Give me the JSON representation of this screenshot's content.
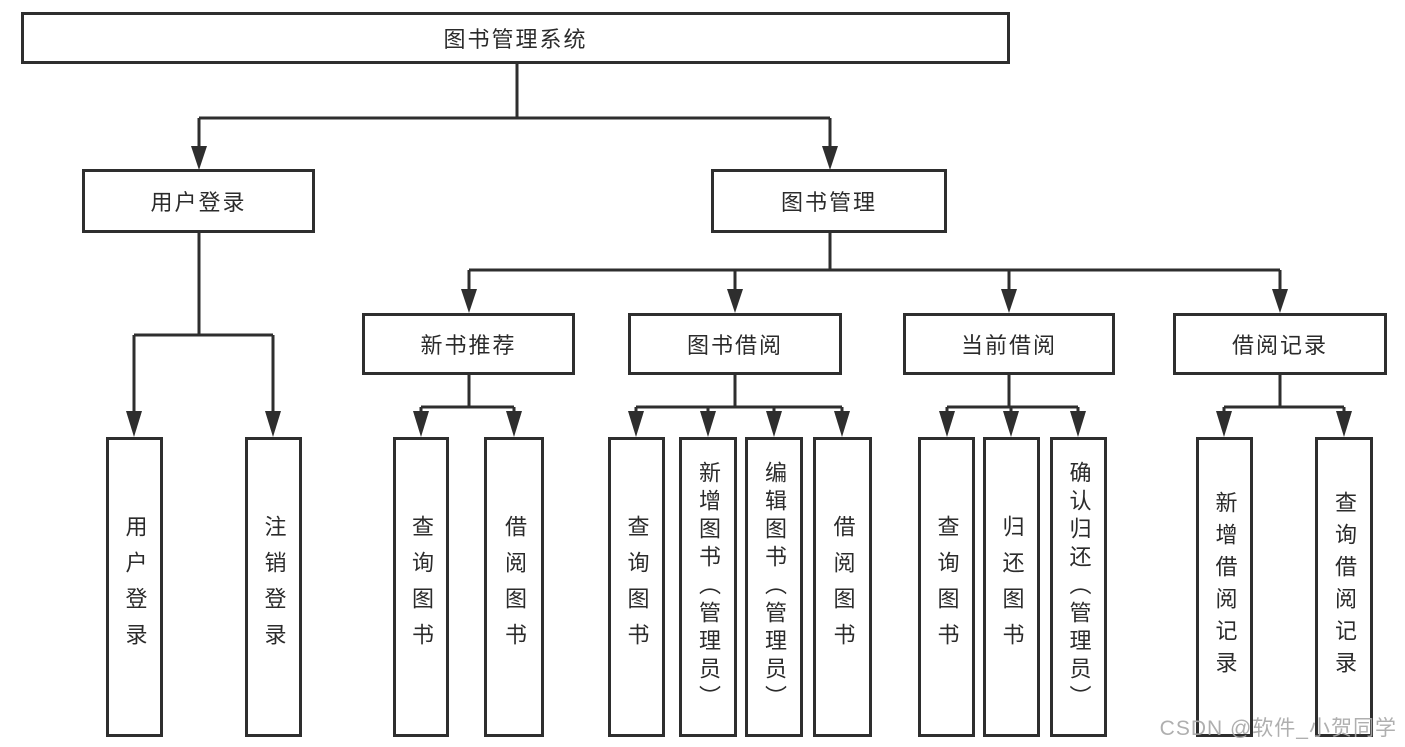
{
  "diagram": {
    "root": {
      "label": "图书管理系统"
    },
    "level2": [
      {
        "label": "用户登录"
      },
      {
        "label": "图书管理"
      }
    ],
    "level3": [
      {
        "label": "新书推荐"
      },
      {
        "label": "图书借阅"
      },
      {
        "label": "当前借阅"
      },
      {
        "label": "借阅记录"
      }
    ],
    "leaves": [
      {
        "label": "用户登录"
      },
      {
        "label": "注销登录"
      },
      {
        "label": "查询图书"
      },
      {
        "label": "借阅图书"
      },
      {
        "label": "查询图书"
      },
      {
        "label": "新增图书（管理员）"
      },
      {
        "label": "编辑图书（管理员）"
      },
      {
        "label": "借阅图书"
      },
      {
        "label": "查询图书"
      },
      {
        "label": "归还图书"
      },
      {
        "label": "确认归还（管理员）"
      },
      {
        "label": "新增借阅记录"
      },
      {
        "label": "查询借阅记录"
      }
    ],
    "watermark": "CSDN @软件_小贺同学",
    "colors": {
      "line": "#2e2e2e",
      "text": "#2b2b2b",
      "box_background": "#ffffff",
      "watermark": "#a8a8a8"
    }
  }
}
